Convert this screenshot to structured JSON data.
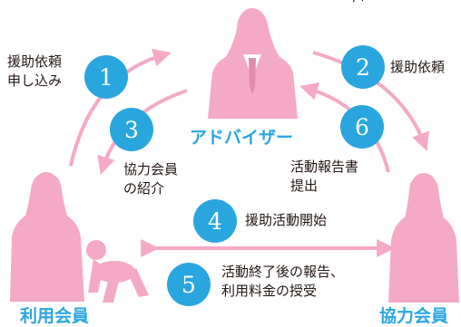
{
  "colors": {
    "figure": "#f4a9c6",
    "arrow": "#f4a9c6",
    "badge": "#2aa6df",
    "role_text": "#2aa6df",
    "text": "#231815"
  },
  "top_fragment": "'-/+=",
  "roles": {
    "advisor": "アドバイザー",
    "user": "利用会員",
    "cooperator": "協力会員"
  },
  "steps": [
    {
      "number": "1",
      "lines": [
        "援助依頼",
        "申し込み"
      ]
    },
    {
      "number": "2",
      "lines": [
        "援助依頼"
      ]
    },
    {
      "number": "3",
      "lines": [
        "協力会員",
        "の紹介"
      ]
    },
    {
      "number": "4",
      "lines": [
        "援助活動開始"
      ]
    },
    {
      "number": "5",
      "lines": [
        "活動終了後の報告、",
        "利用料金の授受"
      ]
    },
    {
      "number": "6",
      "lines": [
        "活動報告書",
        "提出"
      ]
    }
  ],
  "icons": [
    "advisor-person-icon",
    "user-person-icon",
    "baby-icon",
    "cooperator-person-icon"
  ]
}
